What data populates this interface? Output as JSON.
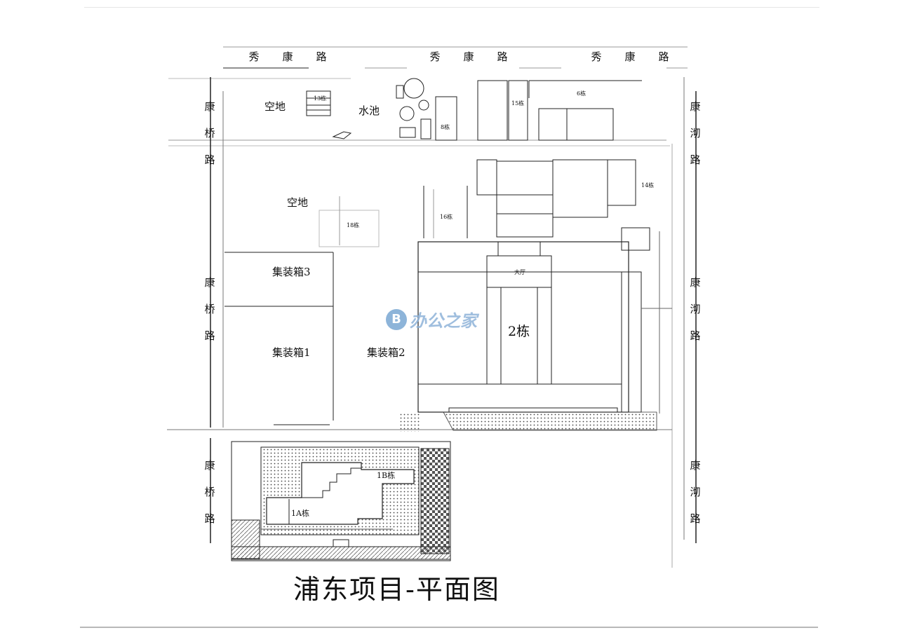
{
  "title": "浦东项目-平面图",
  "roads": {
    "top_left": [
      "秀",
      "康",
      "路"
    ],
    "top_mid": [
      "秀",
      "康",
      "路"
    ],
    "top_right": [
      "秀",
      "康",
      "路"
    ],
    "left_upper": [
      "康",
      "桥",
      "路"
    ],
    "left_mid": [
      "康",
      "桥",
      "路"
    ],
    "left_lower": [
      "康",
      "桥",
      "路"
    ],
    "right_upper": [
      "康",
      "沏",
      "路"
    ],
    "right_mid": [
      "康",
      "沏",
      "路"
    ],
    "right_lower": [
      "康",
      "沏",
      "路"
    ]
  },
  "labels": {
    "empty_lot_top": "空地",
    "pool": "水池",
    "bldg_13": "13栋",
    "bldg_8": "8栋",
    "bldg_15": "15栋",
    "bldg_6": "6栋",
    "empty_lot_mid": "空地",
    "bldg_18": "18栋",
    "bldg_16": "16栋",
    "bldg_14": "14栋",
    "container_3": "集装箱3",
    "container_1": "集装箱1",
    "container_2": "集装箱2",
    "bldg_2": "2栋",
    "bldg_2_sub": "大厅",
    "bldg_1b": "1B栋",
    "bldg_1a": "1A栋"
  },
  "watermark": {
    "logo": "B",
    "text": "办公之家"
  }
}
